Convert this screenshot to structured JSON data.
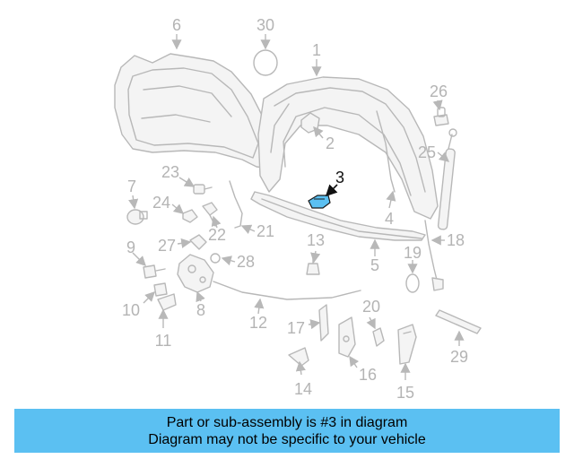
{
  "diagram": {
    "labels": [
      "1",
      "2",
      "3",
      "4",
      "5",
      "6",
      "7",
      "8",
      "9",
      "10",
      "11",
      "12",
      "13",
      "14",
      "15",
      "16",
      "17",
      "18",
      "19",
      "20",
      "21",
      "22",
      "23",
      "24",
      "25",
      "26",
      "27",
      "28",
      "29",
      "30"
    ],
    "highlighted_part": "3",
    "highlight_color": "#5bc0f2",
    "outline_color": "#b8b8b8"
  },
  "banner": {
    "line1": "Part or sub-assembly is #3 in diagram",
    "line2": "Diagram may not be specific to your vehicle",
    "color": "#5bc0f2"
  }
}
